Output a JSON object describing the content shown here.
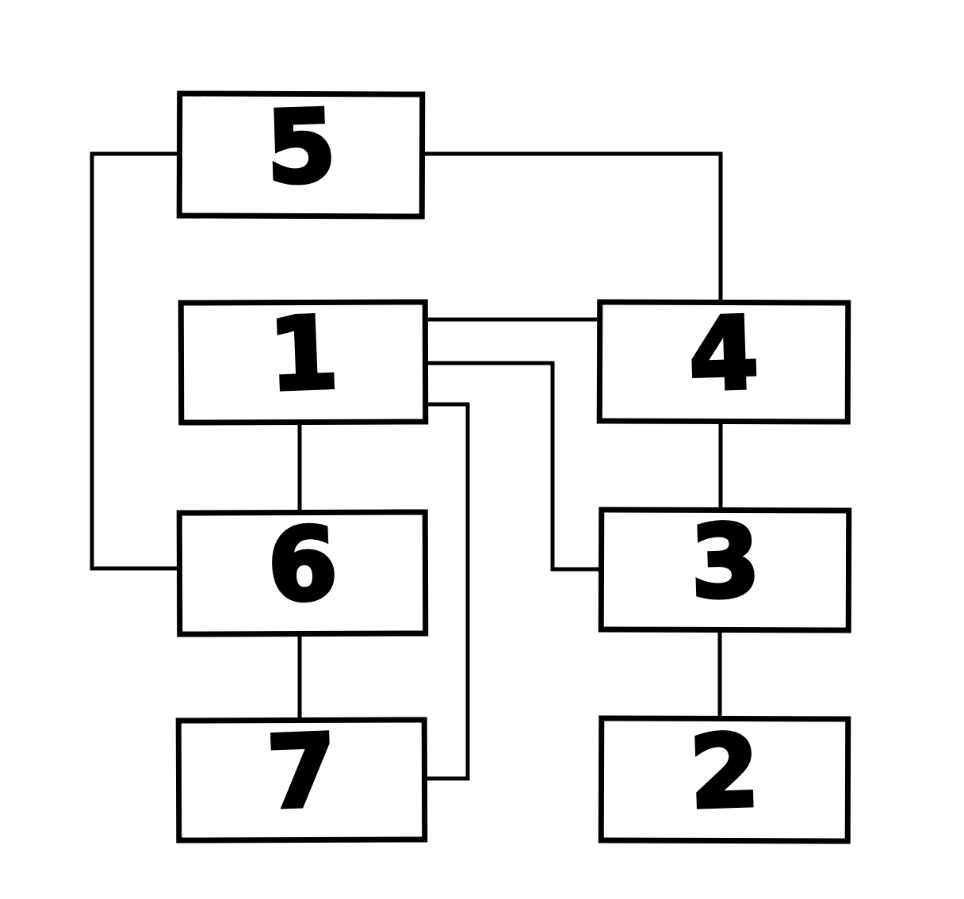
{
  "diagram": {
    "background_color": "#ffffff",
    "stroke_color": "#000000",
    "boxes": {
      "b5": {
        "label": "5"
      },
      "b1": {
        "label": "1"
      },
      "b4": {
        "label": "4"
      },
      "b6": {
        "label": "6"
      },
      "b3": {
        "label": "3"
      },
      "b7": {
        "label": "7"
      },
      "b2": {
        "label": "2"
      }
    },
    "connections": [
      {
        "from": "5",
        "to": "4",
        "route": "right of 5, across top, down into top of 4"
      },
      {
        "from": "5",
        "to": "6",
        "route": "left of 5, down left margin, into left of 6"
      },
      {
        "from": "1",
        "to": "4",
        "route": "right of 1 straight into left of 4"
      },
      {
        "from": "1",
        "to": "3",
        "route": "right of 1, elbow down, into left of 3"
      },
      {
        "from": "1",
        "to": "7",
        "route": "lower right of 1, elbow down, into right of 7"
      },
      {
        "from": "1",
        "to": "6",
        "route": "bottom of 1 straight down into top of 6"
      },
      {
        "from": "6",
        "to": "7",
        "route": "bottom of 6 straight down into top of 7"
      },
      {
        "from": "4",
        "to": "3",
        "route": "bottom of 4 straight down into top of 3"
      },
      {
        "from": "3",
        "to": "2",
        "route": "bottom of 3 straight down into top of 2"
      }
    ]
  }
}
